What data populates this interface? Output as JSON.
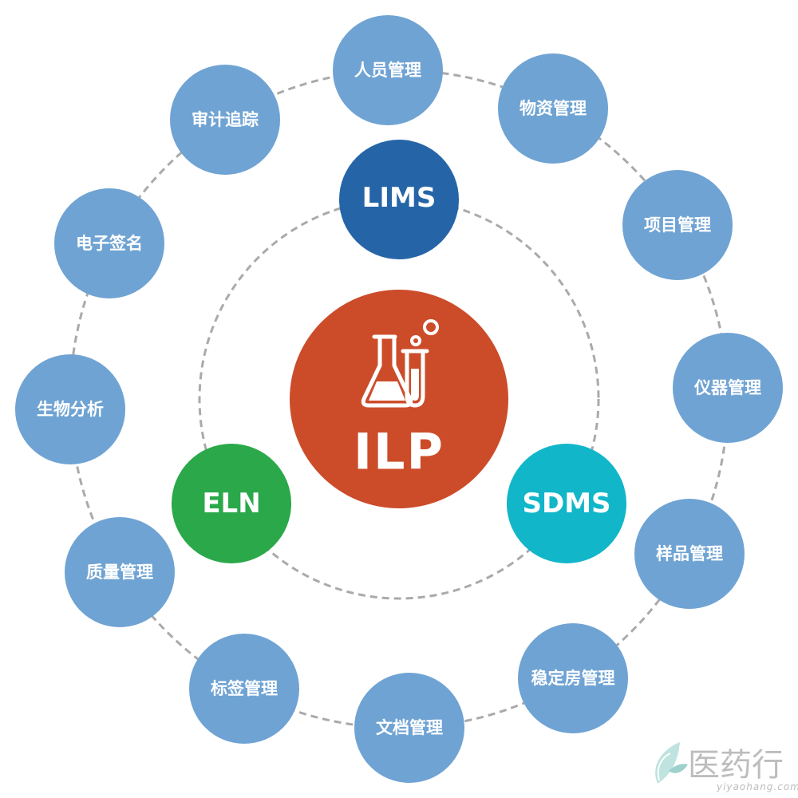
{
  "center": {
    "label": "ILP",
    "icon": "flask-and-test-tube-icon",
    "color": "#cc4c2a"
  },
  "inner_nodes": [
    {
      "label": "LIMS",
      "color": "#2565a7"
    },
    {
      "label": "ELN",
      "color": "#2aa84a"
    },
    {
      "label": "SDMS",
      "color": "#11b6c9"
    }
  ],
  "outer_nodes": {
    "color": "#6fa3d3",
    "items": [
      {
        "label": "人员管理"
      },
      {
        "label": "物资管理"
      },
      {
        "label": "项目管理"
      },
      {
        "label": "仪器管理"
      },
      {
        "label": "样品管理"
      },
      {
        "label": "稳定房管理"
      },
      {
        "label": "文档管理"
      },
      {
        "label": "标签管理"
      },
      {
        "label": "质量管理"
      },
      {
        "label": "生物分析"
      },
      {
        "label": "电子签名"
      },
      {
        "label": "审计追踪"
      }
    ]
  },
  "ring_color": "#aaaaaa",
  "watermark": {
    "logo_icon": "leaf-logo-icon",
    "name": "医药行",
    "site": "yiyaohang.com"
  }
}
